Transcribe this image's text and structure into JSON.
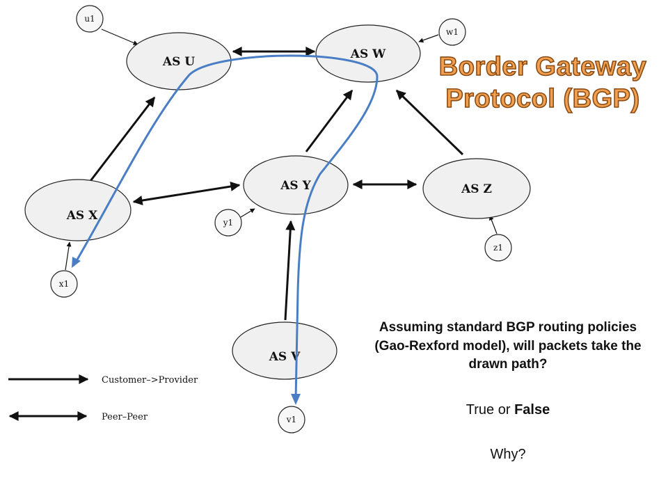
{
  "title": {
    "line1": "Border Gateway",
    "line2": "Protocol (BGP)"
  },
  "nodes": {
    "as_u": "AS U",
    "as_w": "AS W",
    "as_x": "AS X",
    "as_y": "AS Y",
    "as_z": "AS Z",
    "as_v": "AS V"
  },
  "hosts": {
    "u1": "u1",
    "w1": "w1",
    "x1": "x1",
    "y1": "y1",
    "z1": "z1",
    "v1": "v1"
  },
  "legend": {
    "customer_provider": "Customer–>Provider",
    "peer_peer": "Peer–Peer"
  },
  "question": "Assuming standard BGP routing policies (Gao-Rexford model), will packets take the drawn path?",
  "answer": {
    "true_word": "True",
    "or_word": "or",
    "false_word": "False"
  },
  "why": "Why?",
  "colors": {
    "path": "#4a7ec4",
    "title_fill": "#f0a050",
    "title_stroke": "#8a4a12"
  }
}
